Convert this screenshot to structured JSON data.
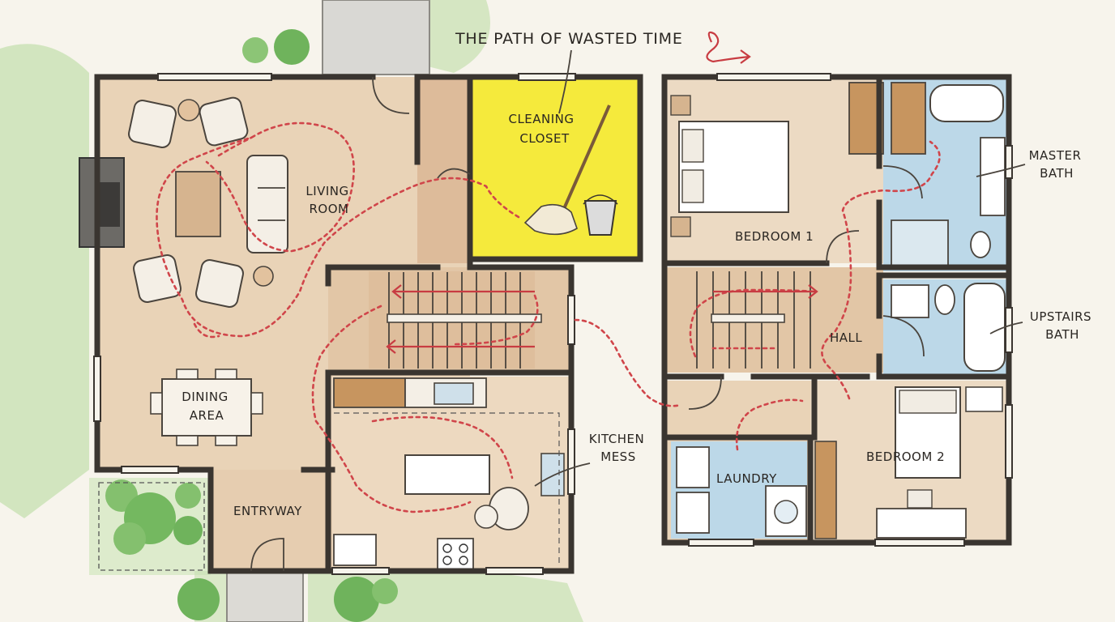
{
  "title": "THE PATH OF WASTED TIME",
  "rooms": {
    "cleaning_closet": [
      "CLEANING",
      "CLOSET"
    ],
    "living_room": [
      "LIVING",
      "ROOM"
    ],
    "dining_area": [
      "DINING",
      "AREA"
    ],
    "entryway": "ENTRYWAY",
    "kitchen_mess": [
      "KITCHEN",
      "MESS"
    ],
    "bedroom_1": "BEDROOM 1",
    "master_bath": [
      "MASTER",
      "BATH"
    ],
    "hall": "HALL",
    "upstairs_bath": [
      "UPSTAIRS",
      "BATH"
    ],
    "laundry": "LAUNDRY",
    "bedroom_2": "BEDROOM 2"
  },
  "colors": {
    "path": "#d0454a",
    "closet_highlight": "#f5ea3c",
    "wood_floor": "#e6cdb0",
    "tile_blue": "#bcd8e8",
    "wall": "#3a3530",
    "grass": "#a9cf8f"
  }
}
